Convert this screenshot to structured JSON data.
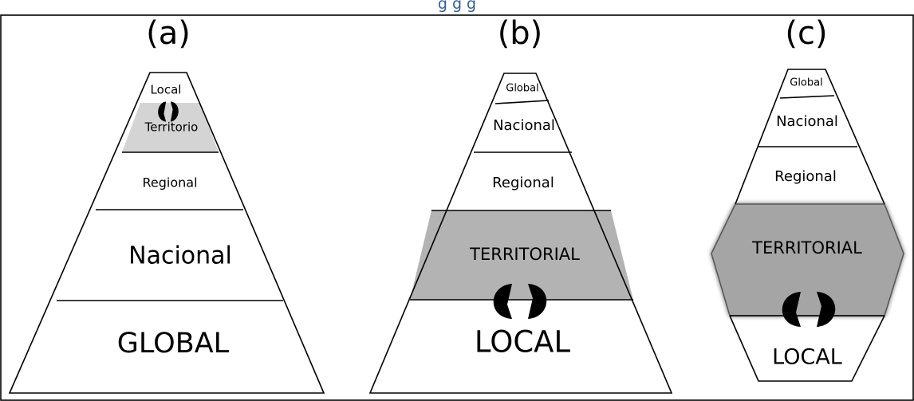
{
  "header": {
    "text": "g                      g                    g"
  },
  "panels": {
    "a": {
      "label": "(a)",
      "levels": [
        "Local",
        "Territorio",
        "Regional",
        "Nacional",
        "GLOBAL"
      ]
    },
    "b": {
      "label": "(b)",
      "levels": [
        "Global",
        "Nacional",
        "Regional",
        "TERRITORIAL",
        "LOCAL"
      ]
    },
    "c": {
      "label": "(c)",
      "levels": [
        "Global",
        "Nacional",
        "Regional",
        "TERRITORIAL",
        "LOCAL"
      ]
    }
  },
  "colors": {
    "highlight_light": "#d4d4d4",
    "highlight_mid": "#b3b3b3",
    "highlight_dark": "#a5a5a5",
    "header": "#2f5f9e"
  },
  "icons": [
    "cycle-arrows-icon"
  ]
}
